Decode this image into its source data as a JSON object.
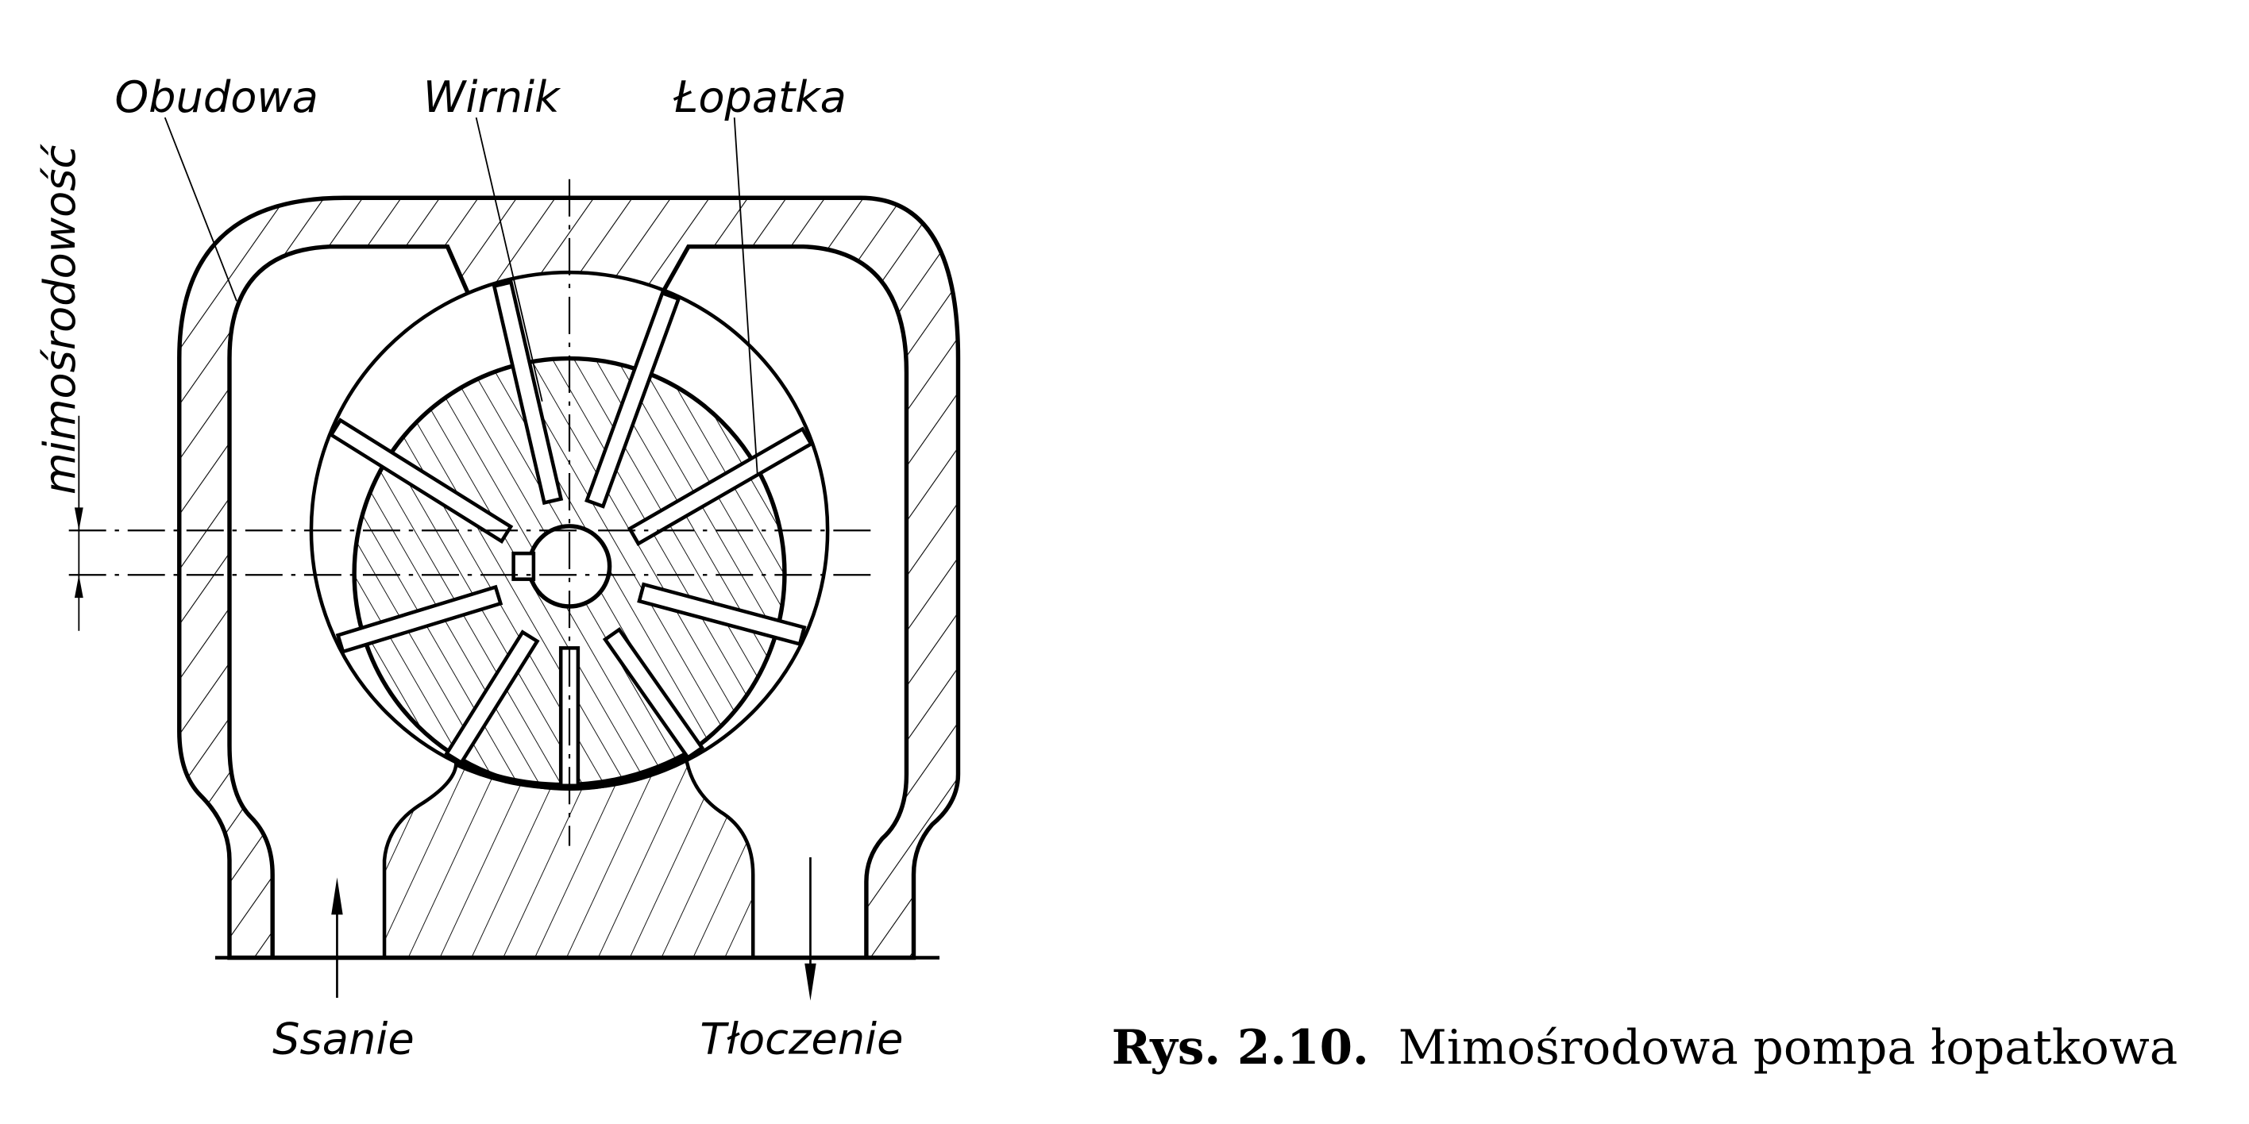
{
  "labels": {
    "housing": "Obudowa",
    "rotor": "Wirnik",
    "vane": "Łopatka",
    "eccentricity": "mimośrodowość",
    "suction": "Ssanie",
    "discharge": "Tłoczenie"
  },
  "caption": {
    "number": "Rys. 2.10.",
    "title": "Mimośrodowa pompa łopatkowa"
  },
  "colors": {
    "ink": "#000000",
    "paper": "#ffffff"
  }
}
